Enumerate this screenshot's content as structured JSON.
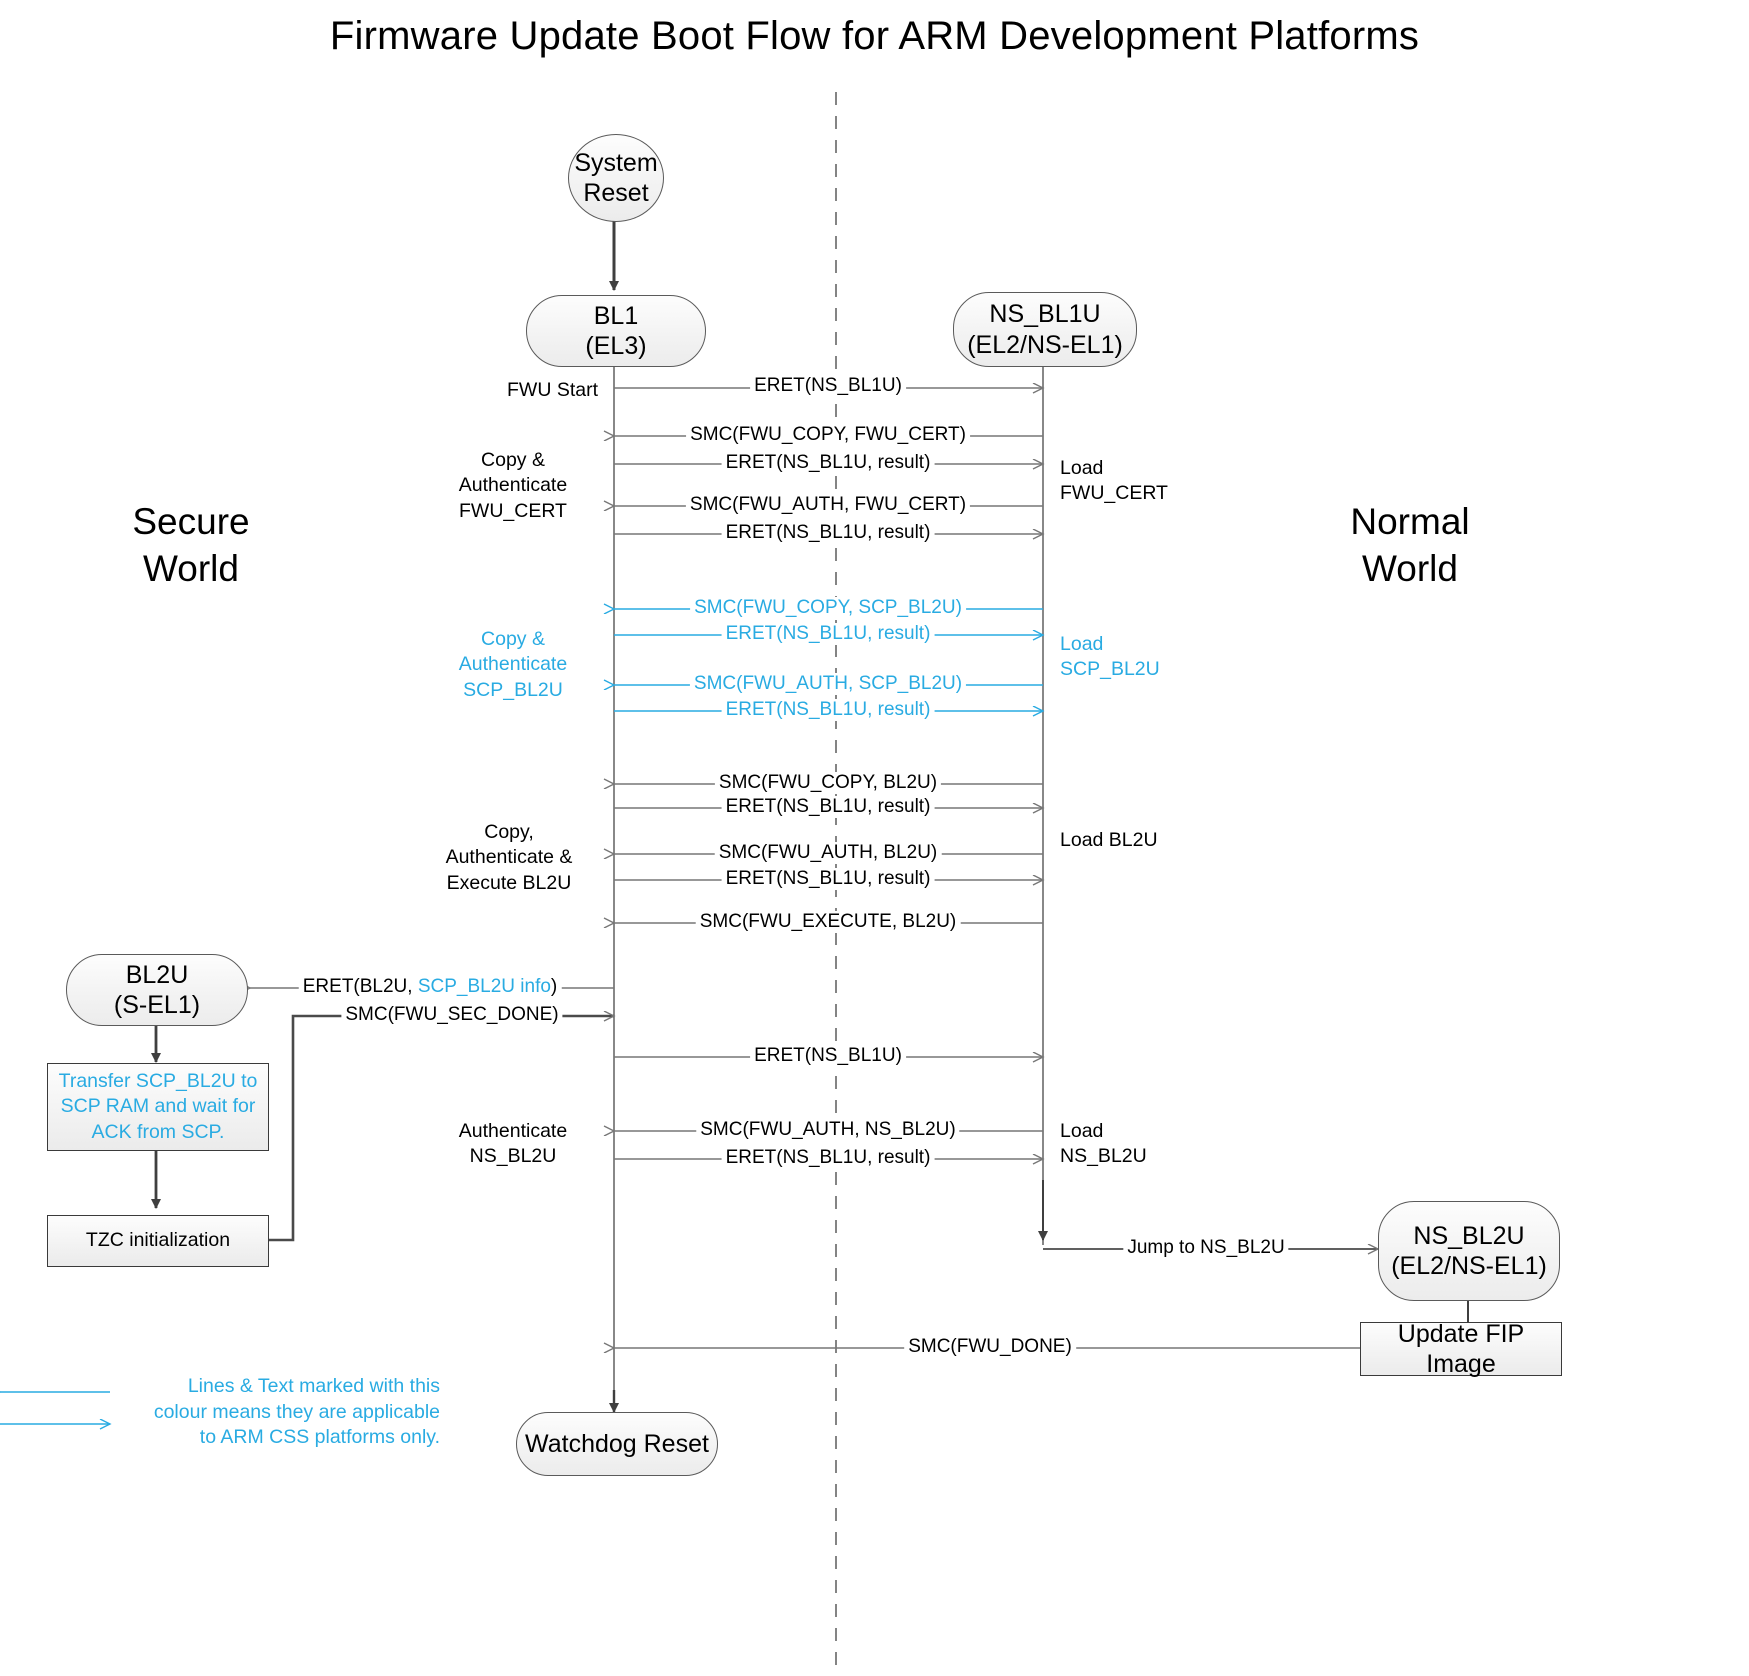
{
  "title": "Firmware Update Boot Flow for ARM Development Platforms",
  "colors": {
    "css_highlight": "#29ABE2",
    "line": "#595959",
    "node_border": "#5a5a5a",
    "node_fill": "#f2f2f2",
    "background": "#ffffff"
  },
  "worlds": {
    "secure": "Secure\nWorld",
    "secure_line1": "Secure",
    "secure_line2": "World",
    "normal_line1": "Normal",
    "normal_line2": "World"
  },
  "nodes": {
    "system_reset": {
      "line1": "System",
      "line2": "Reset"
    },
    "bl1": {
      "line1": "BL1",
      "line2": "(EL3)"
    },
    "ns_bl1u": {
      "line1": "NS_BL1U",
      "line2": "(EL2/NS-EL1)"
    },
    "bl2u": {
      "line1": "BL2U",
      "line2": "(S-EL1)"
    },
    "ns_bl2u": {
      "line1": "NS_BL2U",
      "line2": "(EL2/NS-EL1)"
    },
    "watchdog_reset": {
      "label": "Watchdog Reset"
    },
    "transfer_scp": {
      "line1": "Transfer SCP_BL2U to",
      "line2": "SCP RAM and wait for",
      "line3": "ACK from SCP."
    },
    "tzc_init": {
      "label": "TZC initialization"
    },
    "update_fip": {
      "label": "Update FIP Image"
    }
  },
  "messages": [
    {
      "id": "m1",
      "text": "ERET(NS_BL1U)",
      "color": "black",
      "dir": "right"
    },
    {
      "id": "m2",
      "text": "SMC(FWU_COPY, FWU_CERT)",
      "color": "black",
      "dir": "left"
    },
    {
      "id": "m3",
      "text": "ERET(NS_BL1U, result)",
      "color": "black",
      "dir": "right"
    },
    {
      "id": "m4",
      "text": "SMC(FWU_AUTH, FWU_CERT)",
      "color": "black",
      "dir": "left"
    },
    {
      "id": "m5",
      "text": "ERET(NS_BL1U, result)",
      "color": "black",
      "dir": "right"
    },
    {
      "id": "m6",
      "text": "SMC(FWU_COPY, SCP_BL2U)",
      "color": "cyan",
      "dir": "left"
    },
    {
      "id": "m7",
      "text": "ERET(NS_BL1U, result)",
      "color": "cyan",
      "dir": "right"
    },
    {
      "id": "m8",
      "text": "SMC(FWU_AUTH, SCP_BL2U)",
      "color": "cyan",
      "dir": "left"
    },
    {
      "id": "m9",
      "text": "ERET(NS_BL1U, result)",
      "color": "cyan",
      "dir": "right"
    },
    {
      "id": "m10",
      "text": "SMC(FWU_COPY, BL2U)",
      "color": "black",
      "dir": "left"
    },
    {
      "id": "m11",
      "text": "ERET(NS_BL1U, result)",
      "color": "black",
      "dir": "right"
    },
    {
      "id": "m12",
      "text": "SMC(FWU_AUTH, BL2U)",
      "color": "black",
      "dir": "left"
    },
    {
      "id": "m13",
      "text": "ERET(NS_BL1U, result)",
      "color": "black",
      "dir": "right"
    },
    {
      "id": "m14",
      "text": "SMC(FWU_EXECUTE, BL2U)",
      "color": "black",
      "dir": "left"
    },
    {
      "id": "m15",
      "text": "SMC(FWU_SEC_DONE)",
      "color": "black",
      "dir": "right"
    },
    {
      "id": "m16",
      "text": "ERET(NS_BL1U)",
      "color": "black",
      "dir": "right"
    },
    {
      "id": "m17",
      "text": "SMC(FWU_AUTH, NS_BL2U)",
      "color": "black",
      "dir": "left"
    },
    {
      "id": "m18",
      "text": "ERET(NS_BL1U, result)",
      "color": "black",
      "dir": "right"
    },
    {
      "id": "m19",
      "text": "Jump to NS_BL2U",
      "color": "black",
      "dir": "right"
    },
    {
      "id": "m20",
      "text": "SMC(FWU_DONE)",
      "color": "black",
      "dir": "left"
    }
  ],
  "eret_bl2u": {
    "prefix": "ERET(BL2U, ",
    "highlight": "SCP_BL2U info",
    "suffix": ")"
  },
  "left_labels": [
    {
      "id": "l1",
      "text": "FWU Start",
      "color": "black"
    },
    {
      "id": "l2",
      "line1": "Copy &",
      "line2": "Authenticate",
      "line3": "FWU_CERT",
      "color": "black"
    },
    {
      "id": "l3",
      "line1": "Copy &",
      "line2": "Authenticate",
      "line3": "SCP_BL2U",
      "color": "cyan"
    },
    {
      "id": "l4",
      "line1": "Copy,",
      "line2": "Authenticate &",
      "line3": "Execute BL2U",
      "color": "black"
    },
    {
      "id": "l5",
      "line1": "Authenticate",
      "line2": "NS_BL2U",
      "color": "black"
    }
  ],
  "right_labels": [
    {
      "id": "r1",
      "line1": "Load",
      "line2": "FWU_CERT",
      "color": "black"
    },
    {
      "id": "r2",
      "line1": "Load",
      "line2": "SCP_BL2U",
      "color": "cyan"
    },
    {
      "id": "r3",
      "line1": "Load BL2U",
      "color": "black"
    },
    {
      "id": "r4",
      "line1": "Load",
      "line2": "NS_BL2U",
      "color": "black"
    }
  ],
  "legend": {
    "line1": "Lines & Text marked with this",
    "line2": "colour means they are applicable",
    "line3": "to ARM CSS platforms only."
  }
}
